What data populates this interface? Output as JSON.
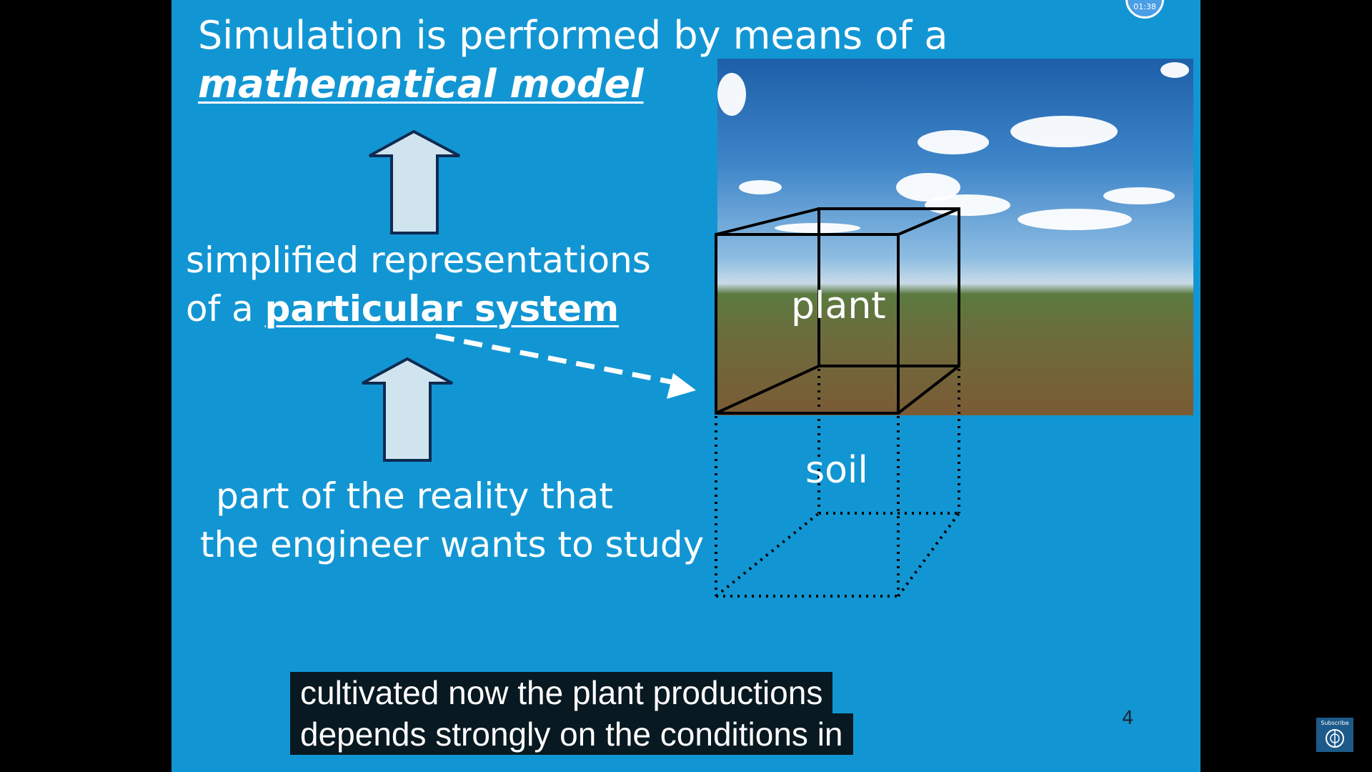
{
  "slide": {
    "title_line1": "Simulation is performed by means of a",
    "title_line2": "mathematical model",
    "representation_prefix_line1": "simplified representations",
    "representation_prefix_line2": "of a ",
    "representation_emphasis": "particular system",
    "reality_line1": "part of the reality that",
    "reality_line2": "the engineer wants to study",
    "plant_label": "plant",
    "soil_label": "soil",
    "slide_number": "4"
  },
  "timer": {
    "text": "01:38"
  },
  "captions": {
    "line1": "cultivated now the plant productions",
    "line2": "depends strongly on the conditions in"
  },
  "subscribe": {
    "label": "Subscribe"
  },
  "colors": {
    "slide_background": "#1296d3",
    "arrow_fill": "#cfe4ee",
    "arrow_outline": "#0f2a52",
    "page_background": "#000000",
    "caption_background": "#080808"
  },
  "icons": [
    "up-arrow-icon",
    "dashed-arrow-icon",
    "emblem-icon"
  ]
}
